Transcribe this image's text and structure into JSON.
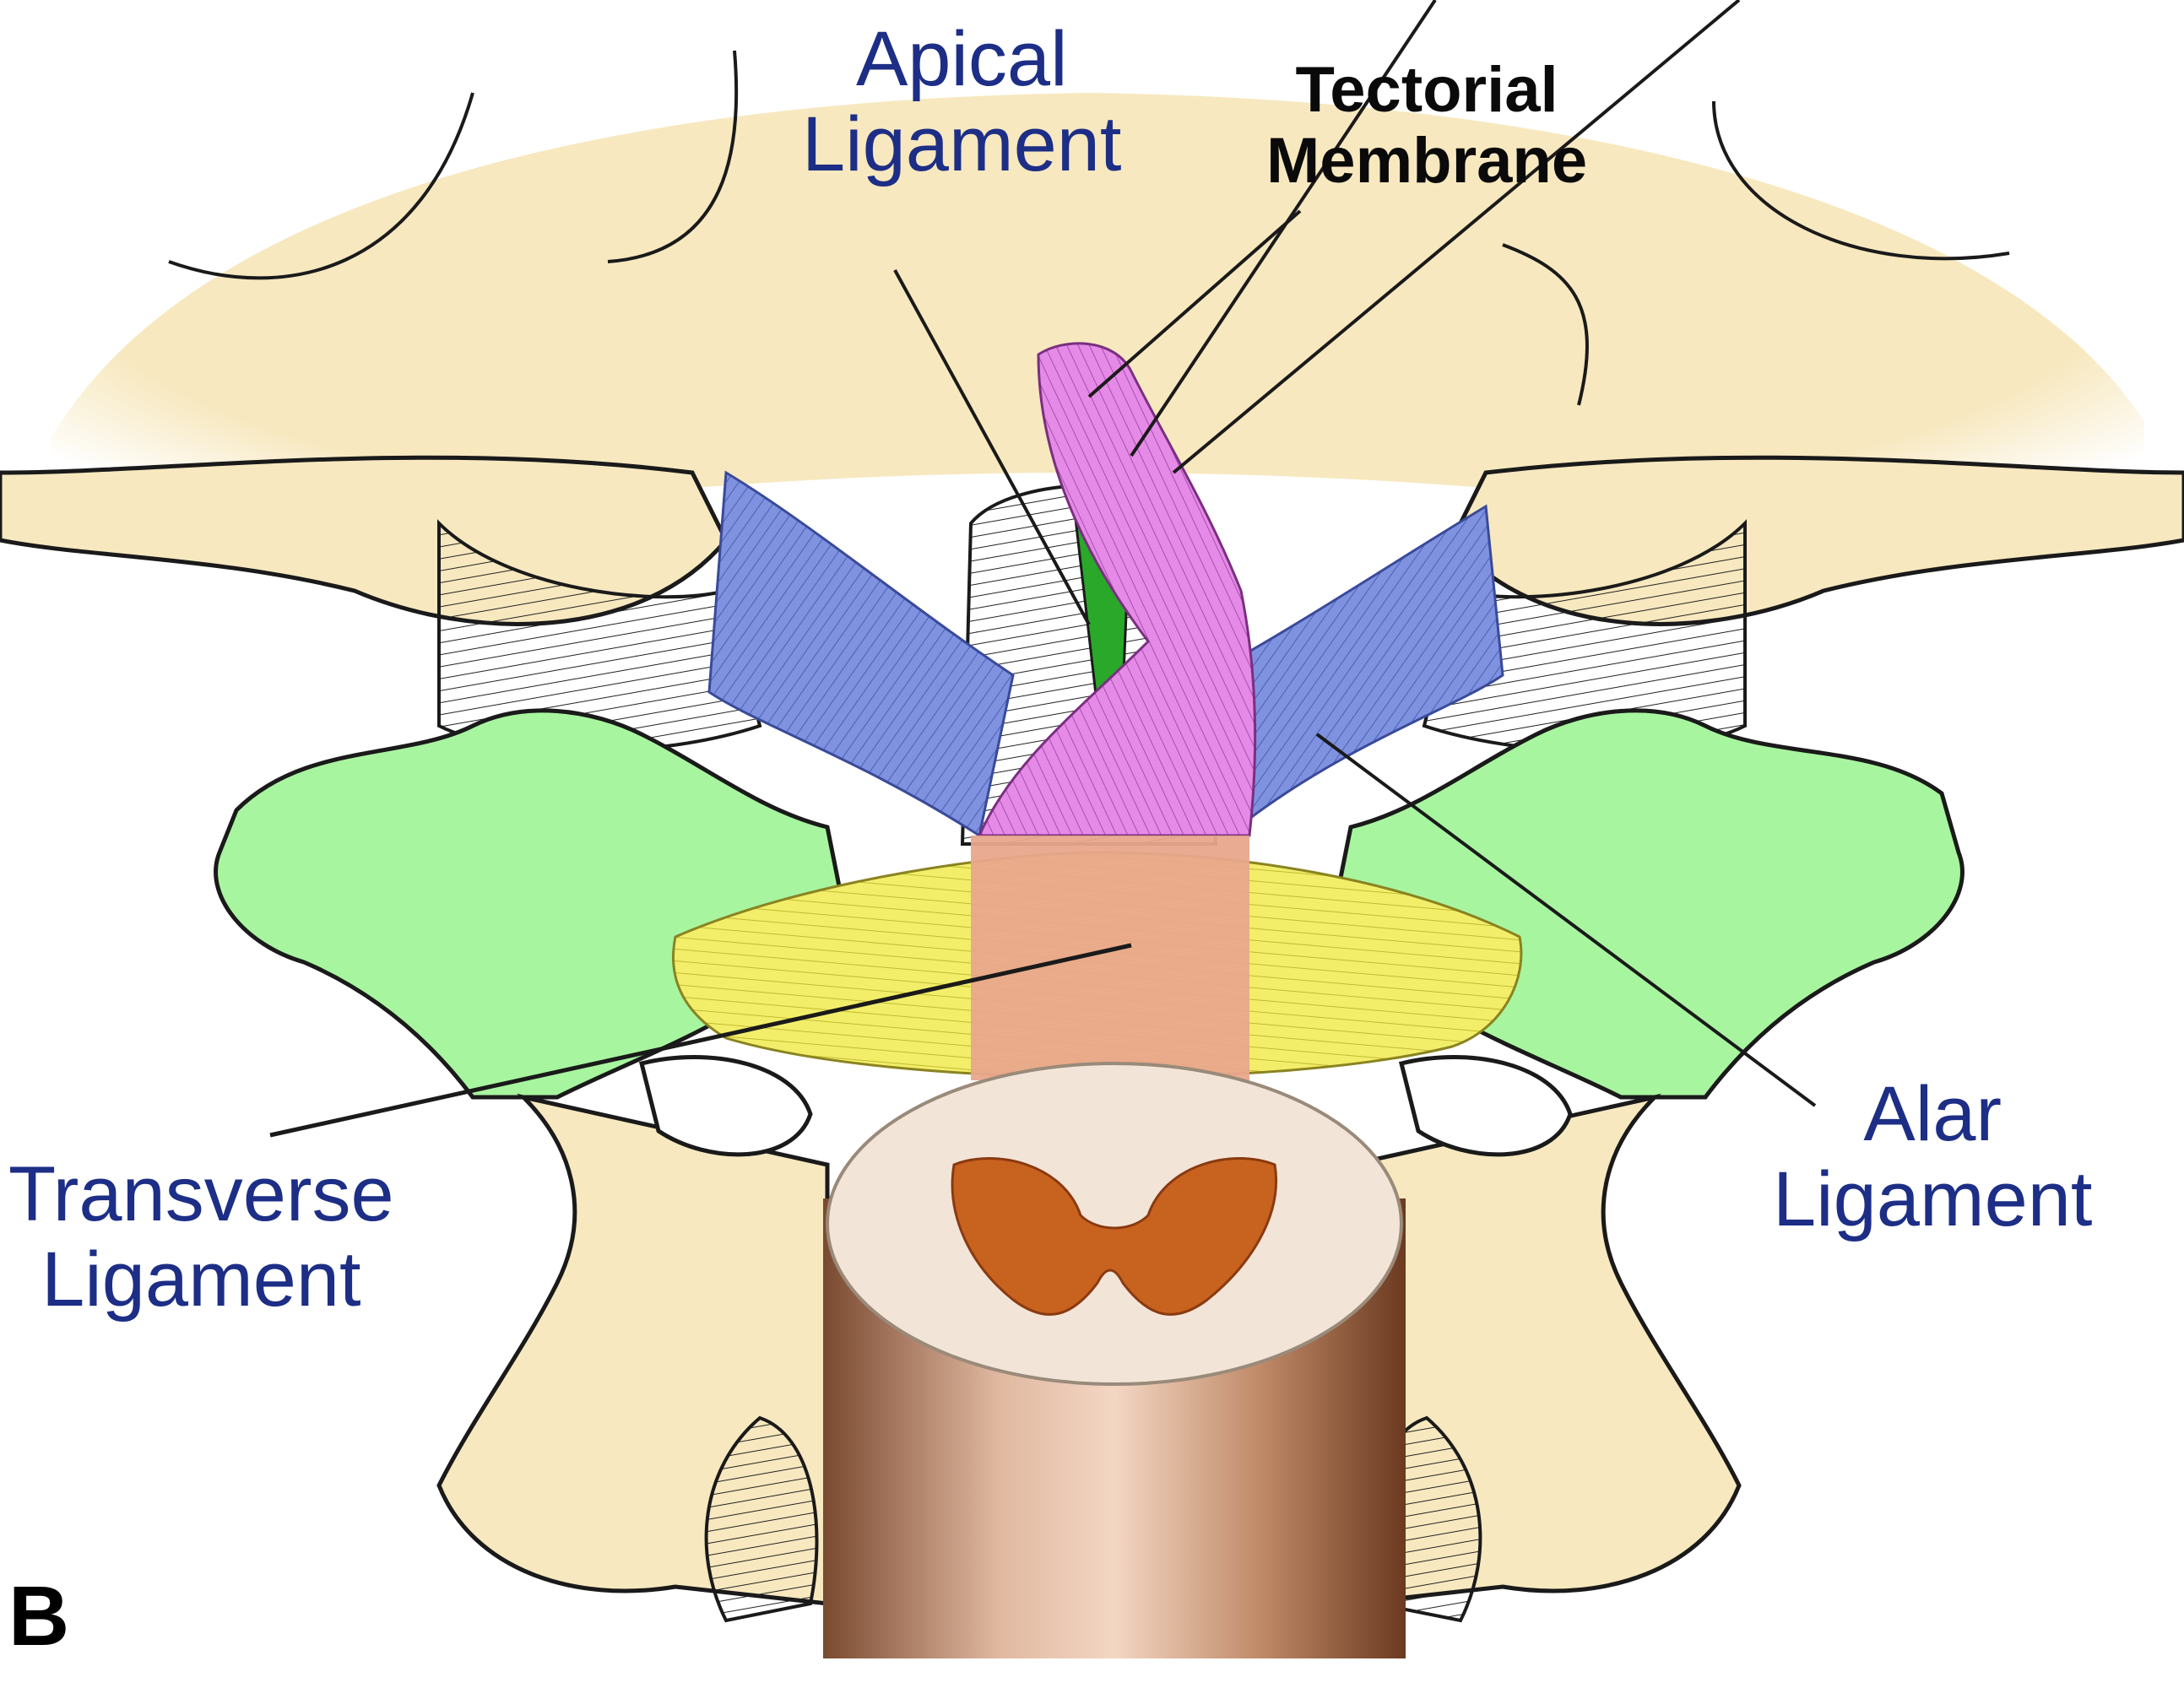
{
  "figure": {
    "panel_label": "B",
    "labels": {
      "apical": {
        "line1": "Apical",
        "line2": "Ligament"
      },
      "tectorial": {
        "line1": "Tectorial",
        "line2": "Membrane"
      },
      "alar": {
        "line1": "Alar",
        "line2": "Ligament"
      },
      "transverse": {
        "line1": "Transverse",
        "line2": "Ligament"
      }
    },
    "colors": {
      "bone": "#f7e8bf",
      "bone_outline": "#1a1a1a",
      "atlas_green": "#a8f5a0",
      "alar_blue": "#7f92e0",
      "apical_green": "#2aa82a",
      "tectorial_pink": "#e58ae6",
      "transverse_yellow": "#f2ee6a",
      "overlap_salmon": "#e8a68c",
      "cord_copper": "#b07a5a",
      "label_blue": "#1d2e86"
    }
  }
}
